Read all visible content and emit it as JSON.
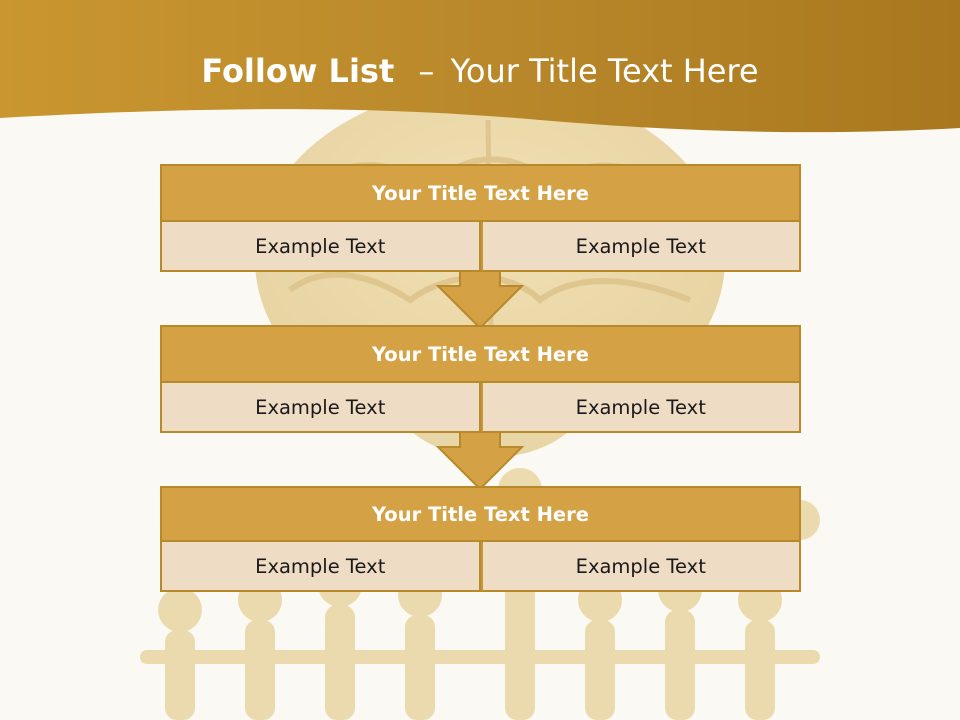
{
  "slide": {
    "title_bold": "Follow List",
    "title_dash": "–",
    "title_rest": "Your Title Text Here"
  },
  "blocks": [
    {
      "title": "Your Title Text Here",
      "cells": [
        "Example Text",
        "Example Text"
      ]
    },
    {
      "title": "Your Title Text Here",
      "cells": [
        "Example Text",
        "Example Text"
      ]
    },
    {
      "title": "Your Title Text Here",
      "cells": [
        "Example Text",
        "Example Text"
      ]
    }
  ],
  "colors": {
    "header_gold": "#b07f22",
    "block_title_fill": "#d4a245",
    "block_border": "#b8892b",
    "cell_fill": "#eedcc5",
    "arrow_fill": "#d4a245",
    "background": "#fbf9f3"
  }
}
